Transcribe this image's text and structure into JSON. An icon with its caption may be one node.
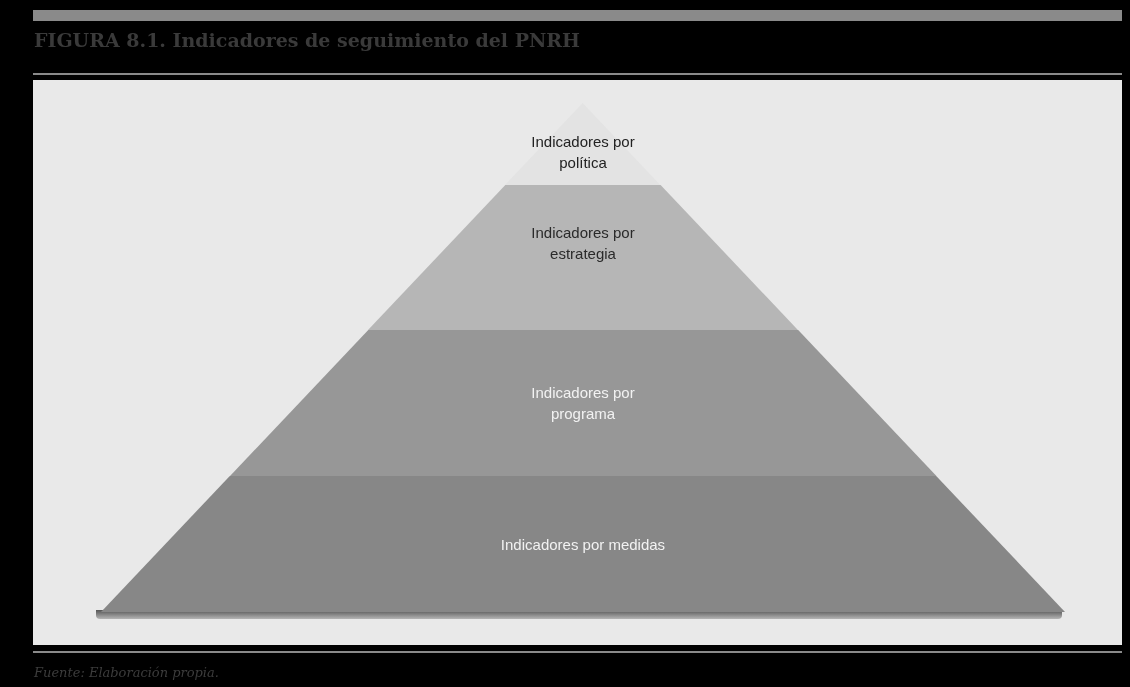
{
  "diagram": {
    "title": "**FIGURA 8.1.** Indicadores de seguimiento del PNRH",
    "caption": "Fuente: Elaboración propia.",
    "nodes": [
      {
        "text": [
          "Indicadores por política"
        ]
      },
      {
        "text": [
          "Indicadores por estrategia"
        ]
      },
      {
        "text": [
          "Indicadores por programa"
        ]
      },
      {
        "text": [
          "Indicadores por medidas"
        ]
      }
    ]
  }
}
